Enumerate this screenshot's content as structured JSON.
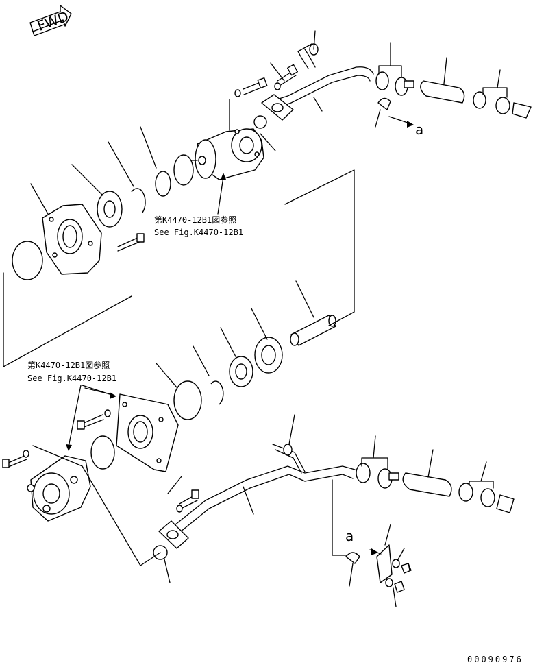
{
  "fwd_label": "FWD",
  "references": {
    "upper": {
      "jp": "第K4470-12B1図参照",
      "en": "See Fig.K4470-12B1"
    },
    "lower": {
      "jp": "第K4470-12B1図参照",
      "en": "See Fig.K4470-12B1"
    }
  },
  "marker_upper": "a",
  "marker_lower": "a",
  "drawing_code": "00090976"
}
